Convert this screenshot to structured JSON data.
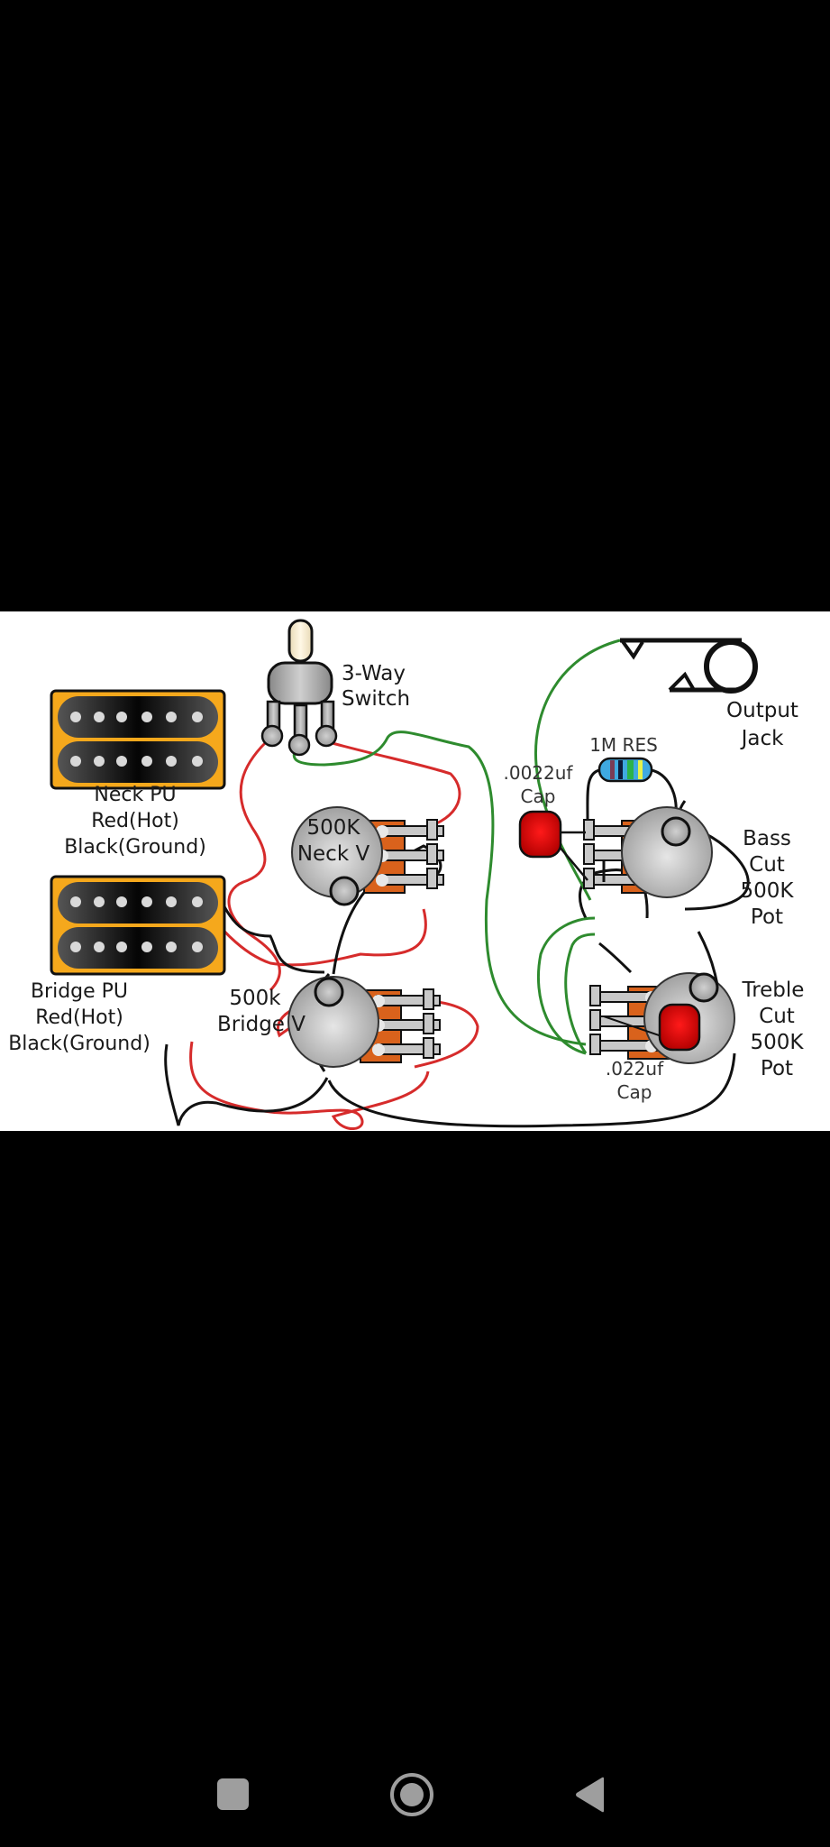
{
  "diagram": {
    "title": "Guitar wiring diagram",
    "colors": {
      "hot_wire": "#d62b2b",
      "ground_wire": "#111111",
      "shield_wire": "#2e8b2e",
      "pickup_bezel": "#f5a81c",
      "pot_body": "#bdbdbd",
      "pot_lug_plate": "#d9621c",
      "capacitor": "#e00000",
      "resistor_body": "#3fa9e0"
    },
    "labels": {
      "switch": [
        "3-Way",
        "Switch"
      ],
      "neck_pickup": [
        "Neck PU",
        "Red(Hot)",
        "Black(Ground)"
      ],
      "bridge_pickup": [
        "Bridge PU",
        "Red(Hot)",
        "Black(Ground)"
      ],
      "neck_volume": [
        "500K",
        "Neck V"
      ],
      "bridge_volume": [
        "500k",
        "Bridge V"
      ],
      "output_jack": [
        "Output",
        "Jack"
      ],
      "resistor": "1M RES",
      "bass_cap": [
        ".0022uf",
        "Cap"
      ],
      "treble_cap": [
        ".022uf",
        "Cap"
      ],
      "bass_pot": [
        "Bass",
        "Cut",
        "500K",
        "Pot"
      ],
      "treble_pot": [
        "Treble",
        "Cut",
        "500K",
        "Pot"
      ]
    },
    "components": [
      {
        "id": "neck-pickup",
        "type": "humbucker",
        "pole_pieces": 12
      },
      {
        "id": "bridge-pickup",
        "type": "humbucker",
        "pole_pieces": 12
      },
      {
        "id": "three-way-switch",
        "type": "toggle-switch",
        "lugs": 3
      },
      {
        "id": "neck-volume-pot",
        "type": "potentiometer",
        "value": "500K"
      },
      {
        "id": "bridge-volume-pot",
        "type": "potentiometer",
        "value": "500k"
      },
      {
        "id": "bass-cut-pot",
        "type": "potentiometer",
        "value": "500K"
      },
      {
        "id": "treble-cut-pot",
        "type": "potentiometer",
        "value": "500K"
      },
      {
        "id": "bass-cap",
        "type": "capacitor",
        "value": ".0022uf"
      },
      {
        "id": "treble-cap",
        "type": "capacitor",
        "value": ".022uf"
      },
      {
        "id": "resistor",
        "type": "resistor",
        "value": "1M"
      },
      {
        "id": "output-jack",
        "type": "jack"
      }
    ]
  },
  "navbar": {
    "recents": "recents-icon",
    "home": "home-icon",
    "back": "back-icon"
  }
}
